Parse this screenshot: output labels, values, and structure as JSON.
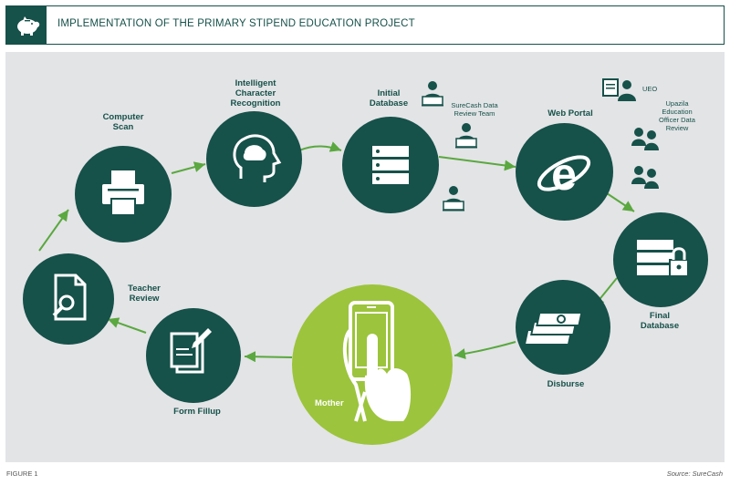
{
  "header": {
    "title": "IMPLEMENTATION OF THE PRIMARY STIPEND EDUCATION PROJECT",
    "logo_icon": "piggy-bank-icon"
  },
  "nodes": {
    "computer_scan": "Computer\nScan",
    "icr": "Intelligent\nCharacter\nRecognition",
    "initial_db": "Initial\nDatabase",
    "web_portal": "Web Portal",
    "final_db": "Final\nDatabase",
    "disburse": "Disburse",
    "mother": "Mother",
    "form_fillup": "Form Fillup",
    "teacher_review": "Teacher\nReview"
  },
  "annotations": {
    "surecash_review": "SureCash Data\nReview Team",
    "uel": "UEO",
    "upazila": "Upazila\nEducation\nOfficer Data\nReview"
  },
  "footer": {
    "figure": "FIGURE 1",
    "source": "Source: SureCash"
  },
  "colors": {
    "teal": "#16514a",
    "green_arrow": "#5aa83f",
    "mother_green": "#9cc43c",
    "panel_bg": "#e3e4e6"
  }
}
